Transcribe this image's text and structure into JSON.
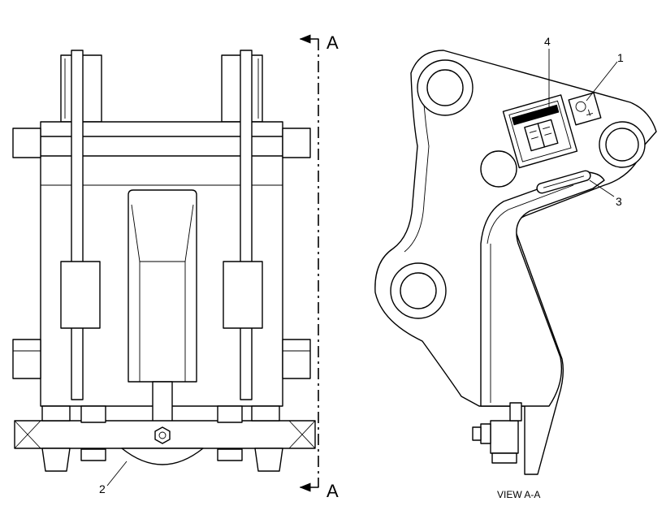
{
  "section_marker": {
    "top": "A",
    "bottom": "A"
  },
  "callouts": [
    {
      "id": "callout-1",
      "label": "1"
    },
    {
      "id": "callout-2",
      "label": "2"
    },
    {
      "id": "callout-3",
      "label": "3"
    },
    {
      "id": "callout-4",
      "label": "4"
    }
  ],
  "view_caption": "VIEW A-A",
  "colors": {
    "line": "#000000",
    "background": "#ffffff"
  },
  "icons": [
    "book-icon",
    "warning-symbol-icon",
    "arrow-left-icon",
    "nut-icon"
  ]
}
